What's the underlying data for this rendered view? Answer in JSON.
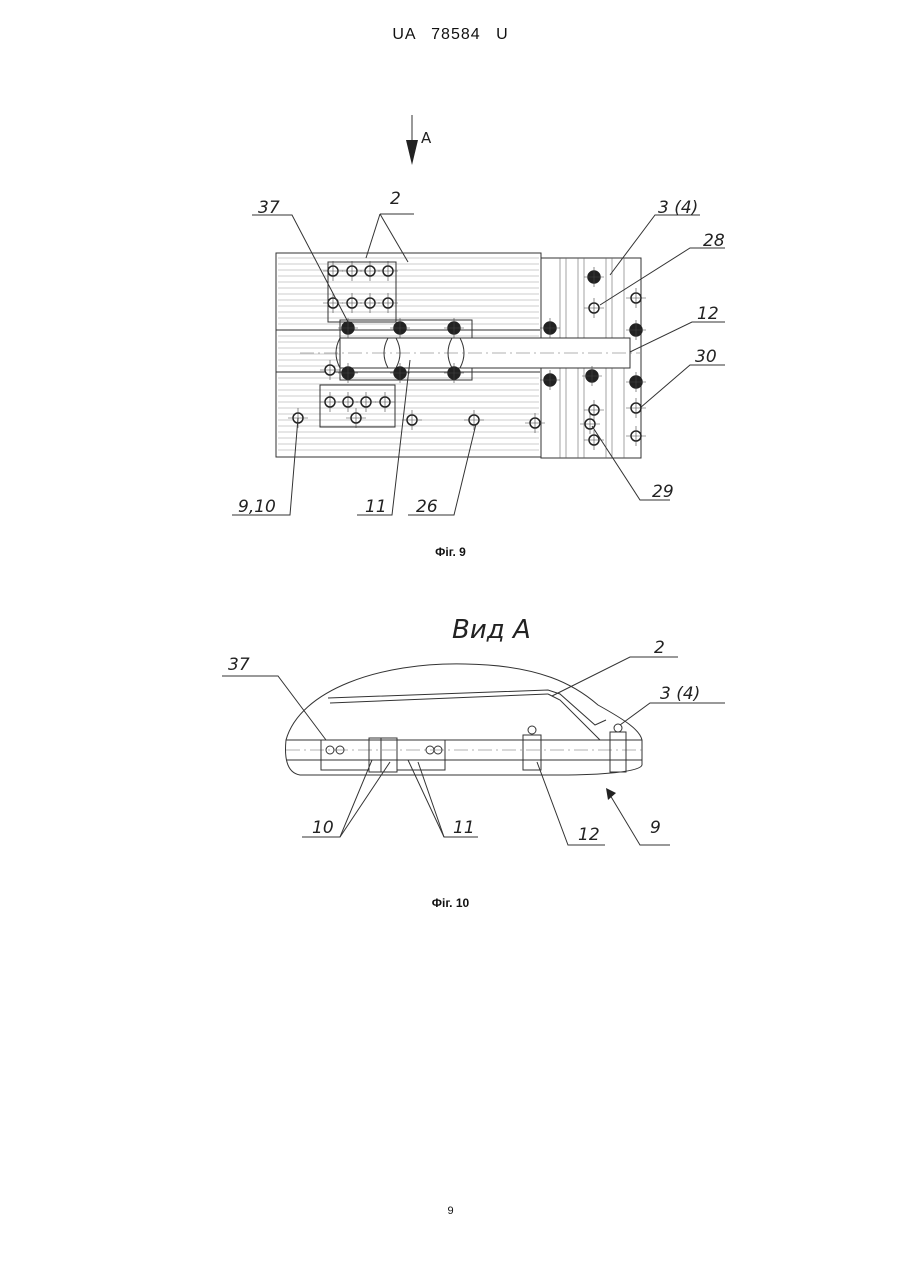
{
  "document": {
    "header": "UA 78584 U",
    "page_number": "9"
  },
  "figure9": {
    "caption": "Фіг. 9",
    "view_arrow": "A",
    "labels": {
      "l37": "37",
      "l2": "2",
      "l3_4": "3 (4)",
      "l28": "28",
      "l12": "12",
      "l30": "30",
      "l29": "29",
      "l9_10": "9,10",
      "l11": "11",
      "l26": "26"
    }
  },
  "figure10": {
    "caption": "Фіг. 10",
    "title": "Вид А",
    "labels": {
      "l37": "37",
      "l2": "2",
      "l3_4": "3 (4)",
      "l10": "10",
      "l11": "11",
      "l12": "12",
      "l9": "9"
    }
  }
}
